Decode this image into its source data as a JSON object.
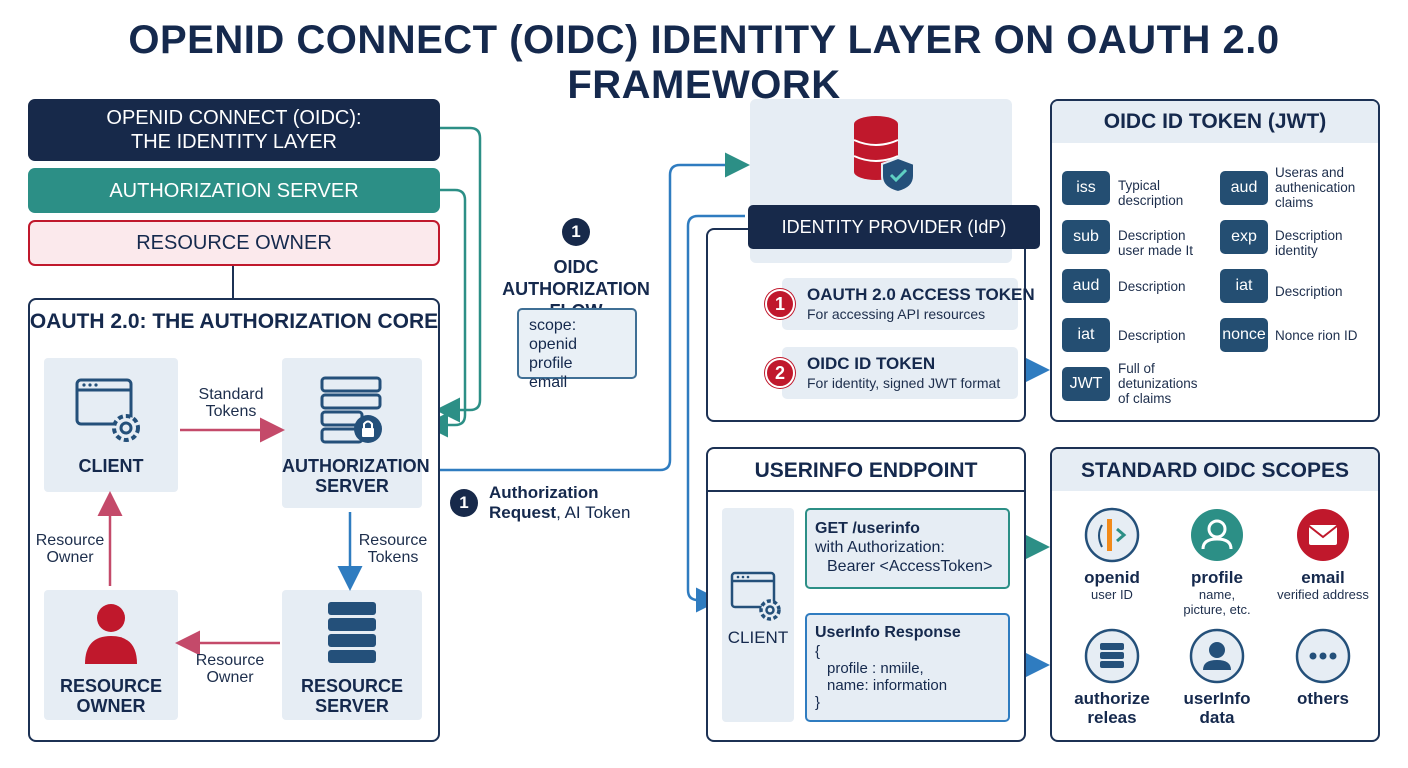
{
  "title": "OPENID CONNECT (OIDC) IDENTITY LAYER ON OAUTH 2.0 FRAMEWORK",
  "layers": {
    "oidc_line1": "OPENID CONNECT (OIDC):",
    "oidc_line2": "THE IDENTITY LAYER",
    "auth_server": "AUTHORIZATION SERVER",
    "resource_owner": "RESOURCE OWNER"
  },
  "oauth_core": {
    "heading": "OAUTH 2.0: THE AUTHORIZATION CORE",
    "client": "CLIENT",
    "auth_server_line1": "AUTHORIZATION",
    "auth_server_line2": "SERVER",
    "resource_owner_line1": "RESOURCE",
    "resource_owner_line2": "OWNER",
    "resource_server_line1": "RESOURCE",
    "resource_server_line2": "SERVER",
    "edge_standard_line1": "Standard",
    "edge_standard_line2": "Tokens",
    "edge_res_tokens_line1": "Resource",
    "edge_res_tokens_line2": "Tokens",
    "edge_res_owner_bottom_line1": "Resource",
    "edge_res_owner_bottom_line2": "Owner",
    "edge_res_owner_left_line1": "Resource",
    "edge_res_owner_left_line2": "Owner"
  },
  "flow": {
    "step_number": "1",
    "label_line1": "OIDC",
    "label_line2": "AUTHORIZATION FLOW",
    "scope_line1": "scope: openid",
    "scope_line2": "profile",
    "scope_line3": "email",
    "request_number": "1",
    "request_line1": "Authorization",
    "request_line2_bold": "Request",
    "request_line2_rest": ", AI Token"
  },
  "idp": {
    "label": "IDENTITY PROVIDER (IdP)",
    "token1_number": "1",
    "token1_title": "OAUTH 2.0 ACCESS TOKEN",
    "token1_desc": "For accessing API resources",
    "token2_number": "2",
    "token2_title": "OIDC ID TOKEN",
    "token2_desc": "For identity, signed JWT format"
  },
  "id_token": {
    "heading": "OIDC ID TOKEN (JWT)",
    "left": [
      {
        "badge": "iss",
        "desc": "Typical description"
      },
      {
        "badge": "sub",
        "desc": "Description user made It"
      },
      {
        "badge": "aud",
        "desc": "Description"
      },
      {
        "badge": "iat",
        "desc": "Description"
      },
      {
        "badge": "JWT",
        "desc": "Full of detunizations of claims"
      }
    ],
    "right": [
      {
        "badge": "aud",
        "desc": "Useras and authenication claims"
      },
      {
        "badge": "exp",
        "desc": "Description identity"
      },
      {
        "badge": "iat",
        "desc": "Description"
      },
      {
        "badge": "nonce",
        "desc": "Nonce rion ID"
      }
    ]
  },
  "userinfo": {
    "heading": "USERINFO ENDPOINT",
    "client": "CLIENT",
    "req_line1": "GET /userinfo",
    "req_line2": "with Authorization:",
    "req_line3": "Bearer <AccessToken>",
    "resp_line1": "UserInfo Response",
    "resp_line2": "{",
    "resp_line3": "profile : nmiile,",
    "resp_line4": "name: information",
    "resp_line5": "}"
  },
  "scopes": {
    "heading": "STANDARD OIDC SCOPES",
    "items": [
      {
        "icon": "openid-logo-icon",
        "label": "openid",
        "sub1": "user ID",
        "sub2": ""
      },
      {
        "icon": "user-icon",
        "label": "profile",
        "sub1": "name,",
        "sub2": "picture, etc."
      },
      {
        "icon": "envelope-icon",
        "label": "email",
        "sub1": "verified address",
        "sub2": ""
      },
      {
        "icon": "server-icon",
        "label1": "authorize",
        "label2": "releas"
      },
      {
        "icon": "user-data-icon",
        "label1": "userInfo",
        "label2": "data"
      },
      {
        "icon": "more-icon",
        "label1": "others",
        "label2": ""
      }
    ]
  },
  "colors": {
    "navy": "#17294a",
    "teal": "#2c8f86",
    "red": "#c0182c",
    "blue": "#2f7cc0",
    "pink": "#c44a6a",
    "pale_blue": "#e6edf4"
  }
}
